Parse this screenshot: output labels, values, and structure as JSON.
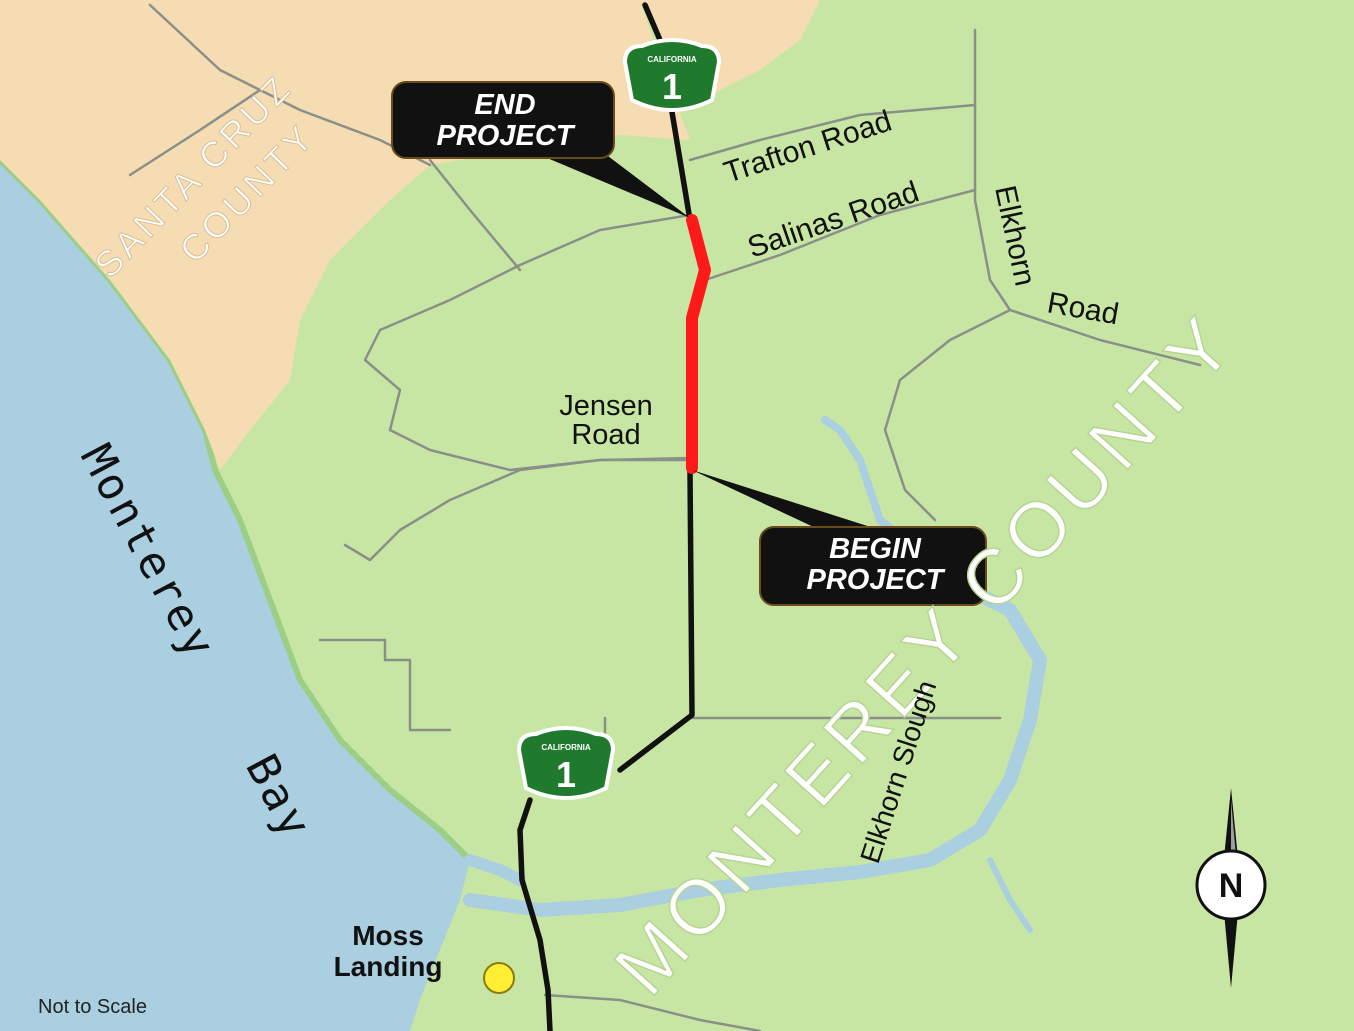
{
  "map": {
    "colors": {
      "land": "#c8e6a3",
      "santa_cruz": "#f5dcb3",
      "water": "#a9cfe1",
      "water_dark": "#6aa8c8",
      "project_segment": "#ff1a1a",
      "highway": "#111111",
      "shield": "#1f7a2e",
      "town_marker": "#ffee33"
    },
    "shield": {
      "state": "CALIFORNIA",
      "number": "1"
    },
    "callouts": {
      "end": {
        "line1": "END",
        "line2": "PROJECT"
      },
      "begin": {
        "line1": "BEGIN",
        "line2": "PROJECT"
      }
    },
    "region_labels": {
      "santa_cruz_line1": "SANTA CRUZ",
      "santa_cruz_line2": "COUNTY",
      "monterey_county": "MONTEREY COUNTY",
      "monterey_bay_line1": "Monterey",
      "monterey_bay_line2": "Bay"
    },
    "road_labels": {
      "trafton": "Trafton Road",
      "salinas": "Salinas Road",
      "elkhorn_line1": "Elkhorn",
      "elkhorn_line2": "Road",
      "jensen_line1": "Jensen",
      "jensen_line2": "Road",
      "elkhorn_slough": "Elkhorn Slough"
    },
    "place_labels": {
      "moss_line1": "Moss",
      "moss_line2": "Landing"
    },
    "north_arrow": "N",
    "scale_note": "Not to Scale"
  }
}
